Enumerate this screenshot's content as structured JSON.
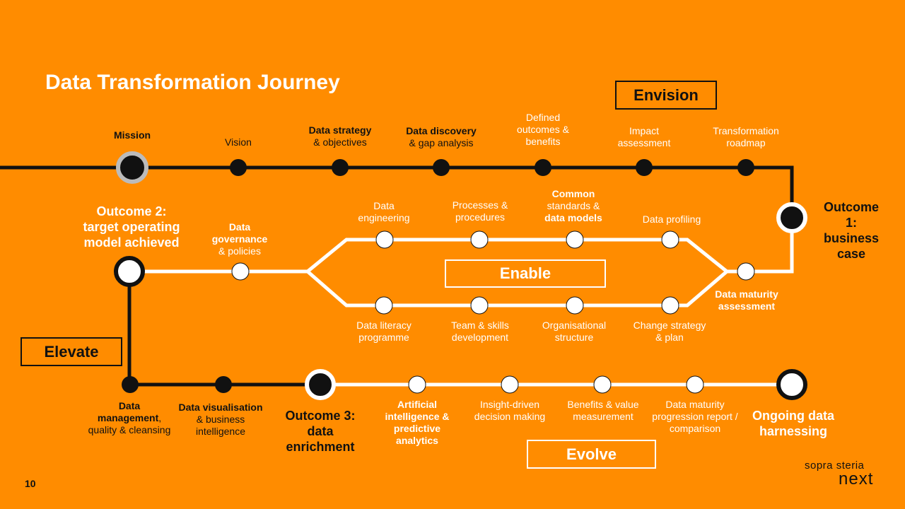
{
  "title": "Data Transformation Journey",
  "page_number": "10",
  "logo": {
    "line1": "sopra steria",
    "line2": "next"
  },
  "phases": {
    "envision": "Envision",
    "enable": "Enable",
    "elevate": "Elevate",
    "evolve": "Evolve"
  },
  "top_row": {
    "mission": "Mission",
    "vision": "Vision",
    "strategy_a": "Data strategy",
    "strategy_b": "& objectives",
    "discovery_a": "Data discovery",
    "discovery_b": "& gap analysis",
    "outcomes": "Defined\noutcomes &\nbenefits",
    "impact": "Impact\nassessment",
    "roadmap": "Transformation\nroadmap"
  },
  "outcome1": "Outcome 1:\nbusiness\ncase",
  "outcome2": "Outcome 2:\ntarget operating\nmodel achieved",
  "outcome3": "Outcome 3:\ndata\nenrichment",
  "ongoing": "Ongoing data\nharnessing",
  "middle": {
    "governance_a": "Data\ngovernance",
    "governance_b": "& policies",
    "engineering": "Data\nengineering",
    "processes": "Processes &\nprocedures",
    "common_a": "Common",
    "common_b": "standards &",
    "common_c": "data models",
    "profiling": "Data profiling",
    "maturity_assessment": "Data maturity\nassessment",
    "literacy": "Data literacy\nprogramme",
    "team": "Team & skills\ndevelopment",
    "org": "Organisational\nstructure",
    "change": "Change strategy\n& plan"
  },
  "bottom_row": {
    "management_a": "Data\nmanagement",
    "management_b": ",\nquality & cleansing",
    "visualisation_a": "Data visualisation",
    "visualisation_b": "& business\nintelligence",
    "ai": "Artificial\nintelligence &\npredictive\nanalytics",
    "insight": "Insight-driven\ndecision making",
    "benefits": "Benefits & value\nmeasurement",
    "progression": "Data maturity\nprogression report /\ncomparison"
  },
  "colors": {
    "background": "#FF8C00",
    "dark": "#111111",
    "light": "#FFFFFF",
    "mission_ring": "#BBBBBB"
  }
}
